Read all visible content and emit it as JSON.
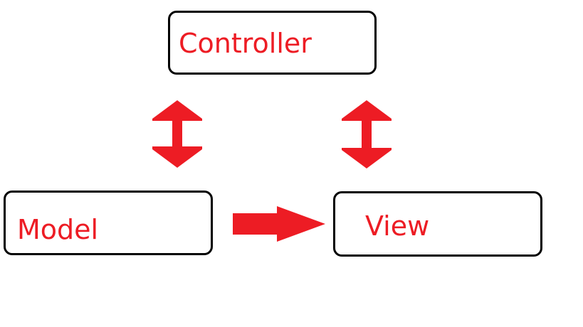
{
  "diagram": {
    "nodes": {
      "controller": {
        "label": "Controller"
      },
      "model": {
        "label": "Model"
      },
      "view": {
        "label": "View"
      }
    },
    "edges": [
      {
        "from": "controller",
        "to": "model",
        "direction": "bidirectional"
      },
      {
        "from": "controller",
        "to": "view",
        "direction": "bidirectional"
      },
      {
        "from": "model",
        "to": "view",
        "direction": "forward"
      }
    ]
  },
  "colors": {
    "label_text": "#ed1c24",
    "arrow_fill": "#ed1c24",
    "box_border": "#000000",
    "background": "#ffffff"
  }
}
